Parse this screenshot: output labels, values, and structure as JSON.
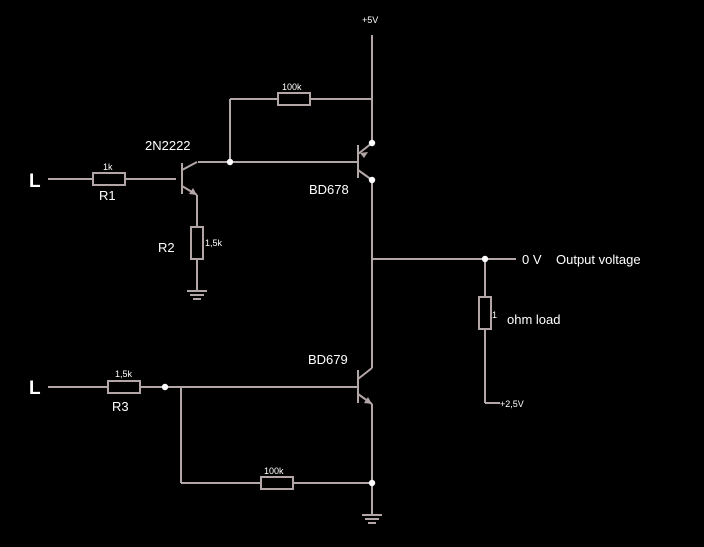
{
  "colors": {
    "background": "#000000",
    "wire": "#b3a6a6",
    "text": "#ffffff",
    "junction": "#ffffff"
  },
  "labels": {
    "supply": "+5V",
    "input_top": "L",
    "input_bottom": "L",
    "r1_value": "1k",
    "r1_name": "R1",
    "r2_name": "R2",
    "r2_value": "1,5k",
    "r3_value": "1,5k",
    "r3_name": "R3",
    "feedback_top_value": "100k",
    "feedback_bottom_value": "100k",
    "q1_name": "2N2222",
    "q2_name": "BD678",
    "q3_name": "BD679",
    "output_value": "0 V",
    "output_name": "Output voltage",
    "load_value": "1",
    "load_name": "ohm load",
    "load_ref": "+2,5V"
  }
}
